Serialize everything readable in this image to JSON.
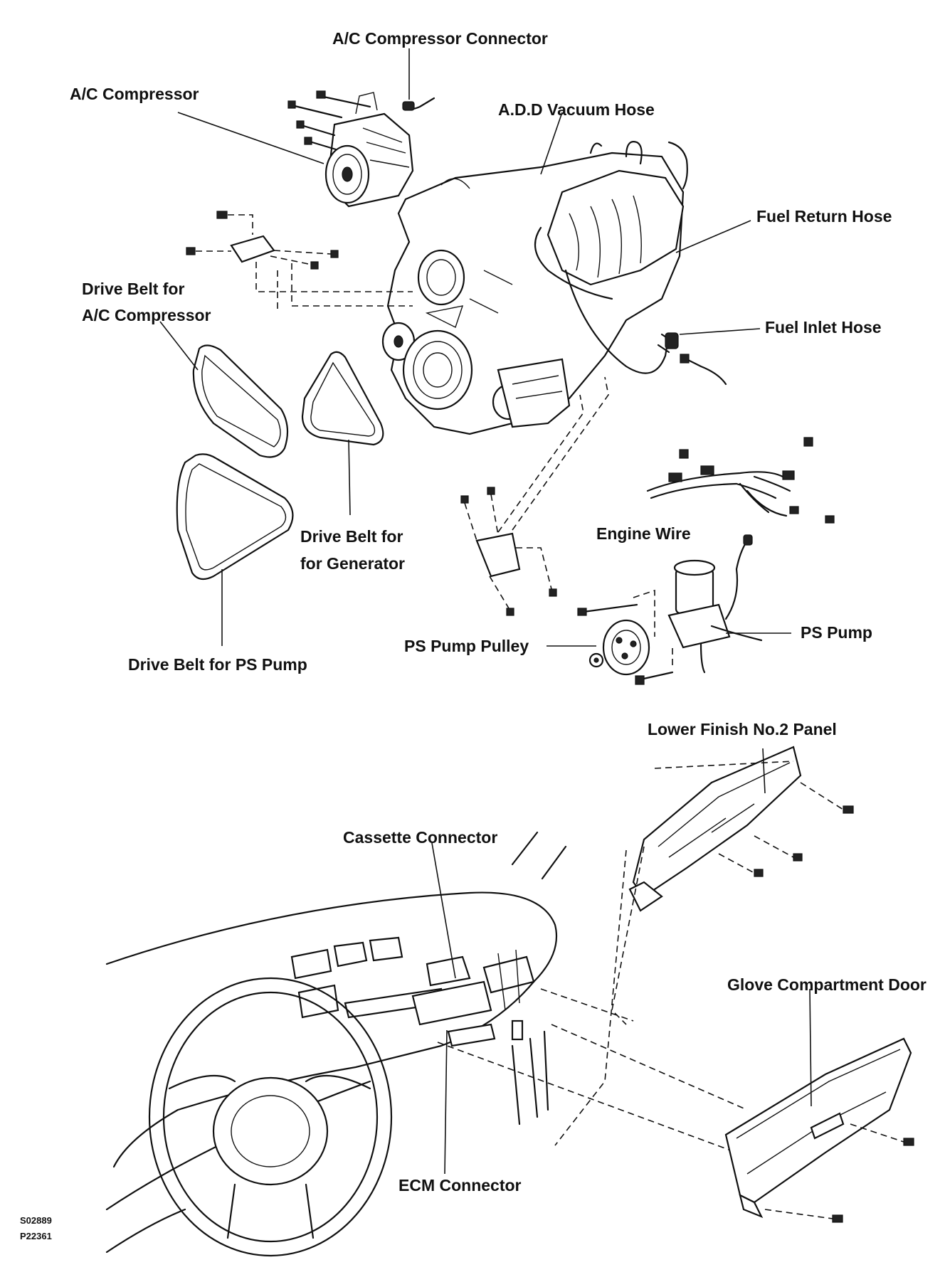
{
  "labels": {
    "ac_compressor_connector": "A/C Compressor Connector",
    "ac_compressor": "A/C Compressor",
    "add_vacuum_hose": "A.D.D Vacuum Hose",
    "fuel_return_hose": "Fuel Return Hose",
    "fuel_inlet_hose": "Fuel Inlet Hose",
    "drive_belt_ac_line1": "Drive Belt for",
    "drive_belt_ac_line2": "A/C Compressor",
    "drive_belt_gen_line1": "Drive Belt for",
    "drive_belt_gen_line2": "for Generator",
    "drive_belt_ps": "Drive Belt for PS Pump",
    "engine_wire": "Engine Wire",
    "ps_pump": "PS Pump",
    "ps_pump_pulley": "PS Pump Pulley",
    "lower_finish_panel": "Lower Finish No.2 Panel",
    "cassette_connector": "Cassette Connector",
    "glove_compartment_door": "Glove Compartment Door",
    "ecm_connector": "ECM Connector"
  },
  "codes": {
    "code1": "S02889",
    "code2": "P22361"
  }
}
